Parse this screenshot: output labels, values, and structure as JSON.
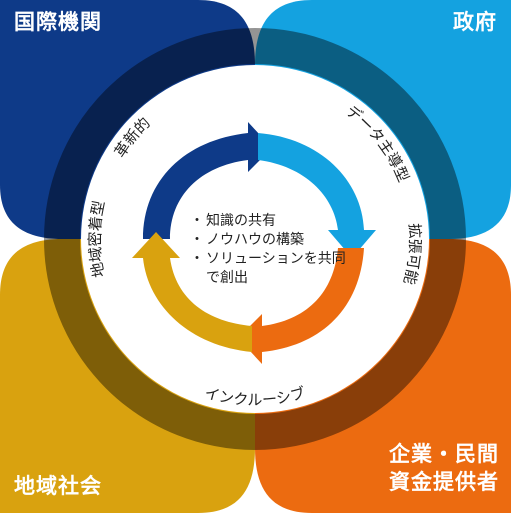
{
  "quadrants": {
    "top_left": {
      "label": "国際機関",
      "color": "#0e3a88"
    },
    "top_right": {
      "label": "政府",
      "color": "#14a2e0"
    },
    "bottom_left": {
      "label": "地域社会",
      "color": "#d9a20f"
    },
    "bottom_right": {
      "label_line1": "企業・民間",
      "label_line2": "資金提供者",
      "color": "#ec6b10"
    }
  },
  "cycle_labels": {
    "top_left": "革新的",
    "top_right": "データ主導型",
    "right": "拡張可能",
    "bottom": "インクルーシブ",
    "left": "地域密着型"
  },
  "center_items": [
    "知識の共有",
    "ノウハウの構築",
    "ソリューションを共同で創出"
  ],
  "center_bullet": "・",
  "colors": {
    "ring": "#ffffff",
    "text_dark": "#222222"
  }
}
